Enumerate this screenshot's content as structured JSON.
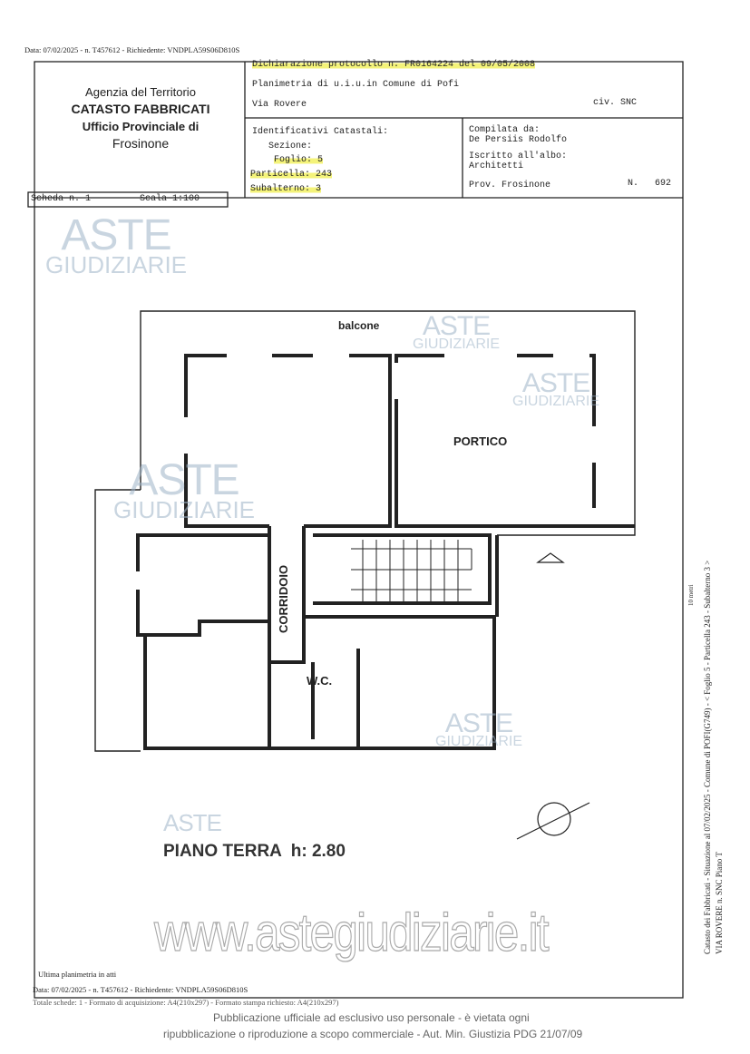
{
  "top_line": "Data: 07/02/2025 - n. T457612 - Richiedente: VNDPLA59S06D810S",
  "header": {
    "agency": "Agenzia del Territorio",
    "catasto": "CATASTO FABBRICATI",
    "ufficio": "Ufficio Provinciale di",
    "provincia": "Frosinone",
    "dichiarazione": "Dichiarazione protocollo n. FR0164224 del  09/05/2008",
    "planimetria": "Planimetria di u.i.u.in Comune di Pofi",
    "via": "Via Rovere",
    "civ": "civ. SNC",
    "identificativi": "Identificativi Catastali:",
    "sezione": "Sezione:",
    "foglio": "Foglio: 5",
    "particella": "Particella: 243",
    "subalterno": "Subalterno: 3",
    "compilata_label": "Compilata da:",
    "compilata_name": "De Persiis Rodolfo",
    "iscritto_label": "Iscritto all'albo:",
    "iscritto_value": "Architetti",
    "prov": "Prov. Frosinone",
    "numero": "N.   692",
    "scheda": "Scheda n. 1",
    "scala": "Scala 1:100"
  },
  "plan": {
    "balcone": "balcone",
    "portico": "PORTICO",
    "corridoio": "CORRIDOIO",
    "wc": "W.C.",
    "piano": "PIANO TERRA  h: 2.80"
  },
  "watermark": {
    "aste": "ASTE",
    "giudiziarie": "GIUDIZIARIE",
    "site": "www.astegiudiziarie.it"
  },
  "side_text": {
    "line1": "Catasto dei Fabbricati - Situazione al 07/02/2025 - Comune di POFI(G749) - <  Foglio 5 - Particella 243 - Subalterno 3 >",
    "line2": "VIA ROVERE n. SNC Piano T",
    "scale_mark": "10 metri"
  },
  "footer": {
    "ultima": "Ultima planimetria in atti",
    "data": "Data: 07/02/2025 - n. T457612 - Richiedente: VNDPLA59S06D810S",
    "totale": "Totale schede: 1 - Formato di acquisizione: A4(210x297) - Formato stampa richiesto: A4(210x297)",
    "notice1": "Pubblicazione ufficiale ad esclusivo uso personale - è vietata ogni",
    "notice2": "ripubblicazione o riproduzione a scopo commerciale - Aut. Min. Giustizia PDG 21/07/09"
  }
}
